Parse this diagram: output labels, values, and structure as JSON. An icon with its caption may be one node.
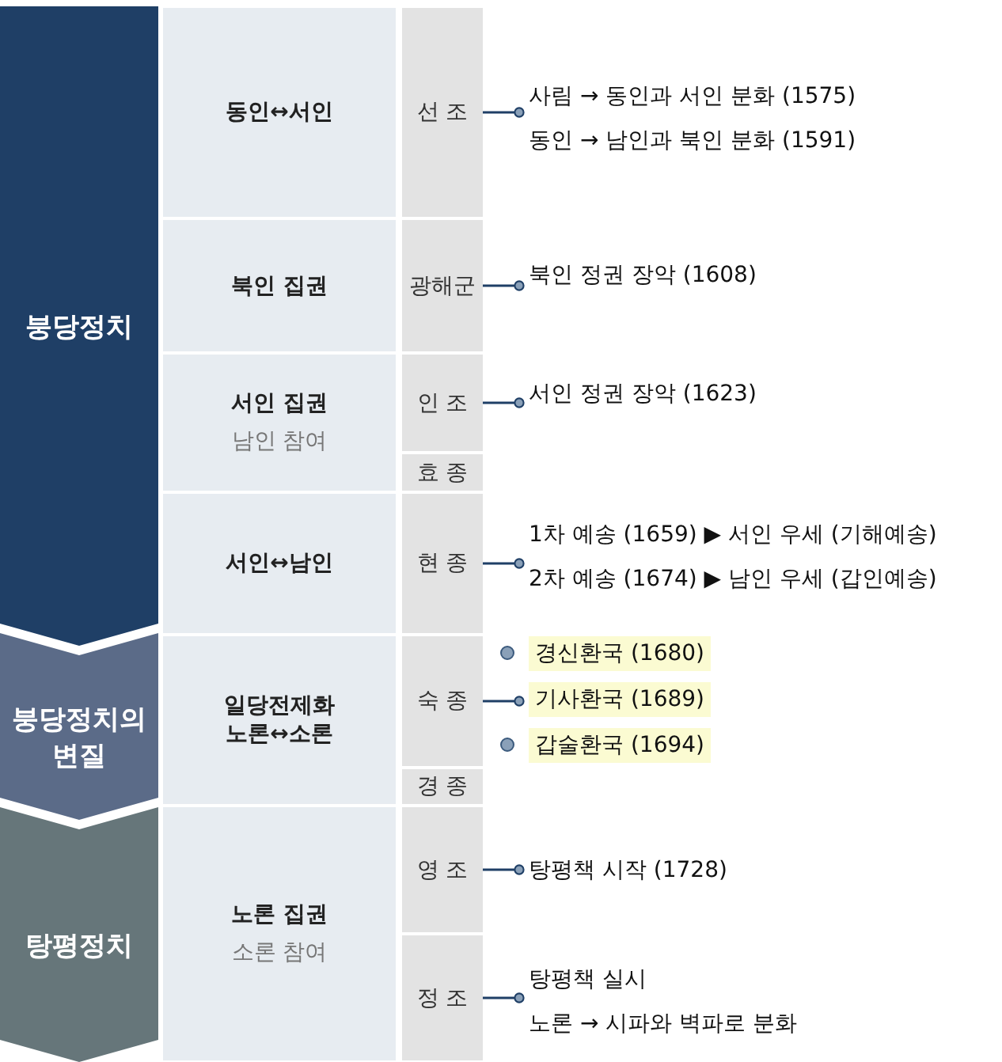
{
  "diagram": {
    "nodes": [
      {
        "text": [
          "붕당정치"
        ]
      },
      {
        "text": [
          "붕당정치의 변질"
        ]
      },
      {
        "text": [
          "탕평정치"
        ]
      },
      {
        "text": [
          "동인↔서인"
        ]
      },
      {
        "text": [
          "북인 집권"
        ]
      },
      {
        "text": [
          "서인 집권",
          "남인 참여"
        ]
      },
      {
        "text": [
          "서인↔남인"
        ]
      },
      {
        "text": [
          "일당전제화",
          "노론↔소론"
        ]
      },
      {
        "text": [
          "노론 집권",
          "소론 참여"
        ]
      },
      {
        "text": [
          "선 조"
        ]
      },
      {
        "text": [
          "광해군"
        ]
      },
      {
        "text": [
          "인 조"
        ]
      },
      {
        "text": [
          "효 종"
        ]
      },
      {
        "text": [
          "현 종"
        ]
      },
      {
        "text": [
          "숙 종"
        ]
      },
      {
        "text": [
          "경 종"
        ]
      },
      {
        "text": [
          "영 조"
        ]
      },
      {
        "text": [
          "정 조"
        ]
      },
      {
        "text": [
          "사림 → 동인과 서인 분화 (1575)",
          "동인 → 남인과 북인 분화 (1591)"
        ]
      },
      {
        "text": [
          "북인 정권 장악 (1608)"
        ]
      },
      {
        "text": [
          "서인 정권 장악 (1623)"
        ]
      },
      {
        "text": [
          "1차 예송 (1659) ▶ 서인 우세 (기해예송)",
          "2차 예송 (1674) ▶ 남인 우세 (갑인예송)"
        ]
      },
      {
        "text": [
          "경신환국 (1680)"
        ]
      },
      {
        "text": [
          "기사환국 (1689)"
        ]
      },
      {
        "text": [
          "갑술환국 (1694)"
        ]
      },
      {
        "text": [
          "탕평책 시작 (1728)"
        ]
      },
      {
        "text": [
          "탕평책 실시",
          "노론 → 시파와 벽파로 분화"
        ]
      }
    ],
    "edges": [
      {
        "from": 9,
        "to": 18,
        "arrow": "other"
      },
      {
        "from": 10,
        "to": 19,
        "arrow": "other"
      },
      {
        "from": 11,
        "to": 20,
        "arrow": "other"
      },
      {
        "from": 13,
        "to": 21,
        "arrow": "other"
      },
      {
        "from": 14,
        "to": 23,
        "arrow": "other"
      },
      {
        "from": 16,
        "to": 25,
        "arrow": "other"
      },
      {
        "from": 17,
        "to": 26,
        "arrow": "other"
      }
    ]
  }
}
